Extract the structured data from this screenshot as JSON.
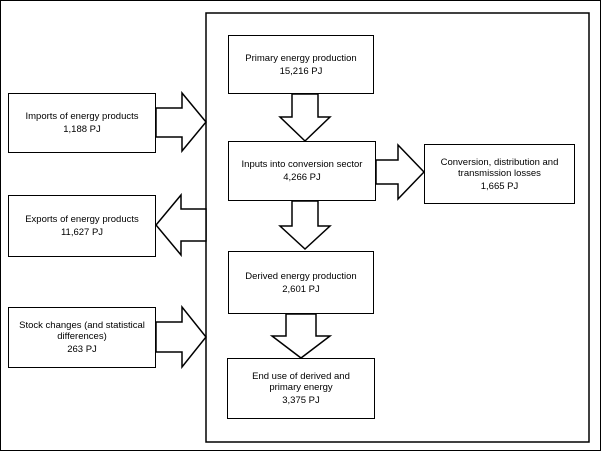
{
  "boxes": {
    "primary": {
      "label": "Primary energy production",
      "value": "15,216 PJ"
    },
    "conversion_inputs": {
      "label": "Inputs into conversion sector",
      "value": "4,266 PJ"
    },
    "losses": {
      "label": "Conversion, distribution and\ntransmission losses",
      "value": "1,665 PJ"
    },
    "derived": {
      "label": "Derived energy production",
      "value": "2,601 PJ"
    },
    "end_use": {
      "label": "End use of derived and\nprimary energy",
      "value": "3,375 PJ"
    },
    "imports": {
      "label": "Imports of energy products",
      "value": "1,188 PJ"
    },
    "exports": {
      "label": "Exports of energy products",
      "value": "11,627 PJ"
    },
    "stock": {
      "label": "Stock changes (and statistical\ndifferences)",
      "value": "263 PJ"
    }
  },
  "colors": {
    "line": "#000000",
    "fill": "#ffffff"
  }
}
